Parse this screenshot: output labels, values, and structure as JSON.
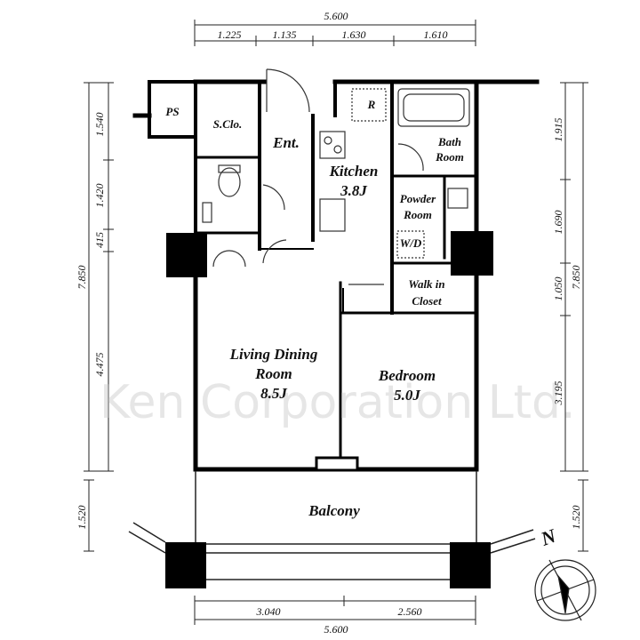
{
  "plan": {
    "rooms": {
      "ps": "PS",
      "sclo": "S.Clo.",
      "ent": "Ent.",
      "kitchen": "Kitchen",
      "kitchen_size": "3.8J",
      "refrigerator": "R",
      "bath_line1": "Bath",
      "bath_line2": "Room",
      "powder_line1": "Powder",
      "powder_line2": "Room",
      "wd": "W/D",
      "walkin_line1": "Walk in",
      "walkin_line2": "Closet",
      "living_line1": "Living Dining",
      "living_line2": "Room",
      "living_size": "8.5J",
      "bedroom": "Bedroom",
      "bedroom_size": "5.0J",
      "balcony": "Balcony"
    },
    "dimensions": {
      "top_total": "5.600",
      "top_segments": [
        "1.225",
        "1.135",
        "1.630",
        "1.610"
      ],
      "left_segments": [
        "1.540",
        "1.420",
        "415",
        "4.475"
      ],
      "left_total": "7.850",
      "left_balcony": "1.520",
      "right_segments": [
        "1.915",
        "1.690",
        "1.050",
        "3.195"
      ],
      "right_total": "7.850",
      "right_balcony": "1.520",
      "bottom_segments": [
        "3.040",
        "2.560"
      ],
      "bottom_total": "5.600"
    },
    "compass": {
      "north": "N"
    },
    "watermark": "Ken Corporation Ltd."
  }
}
